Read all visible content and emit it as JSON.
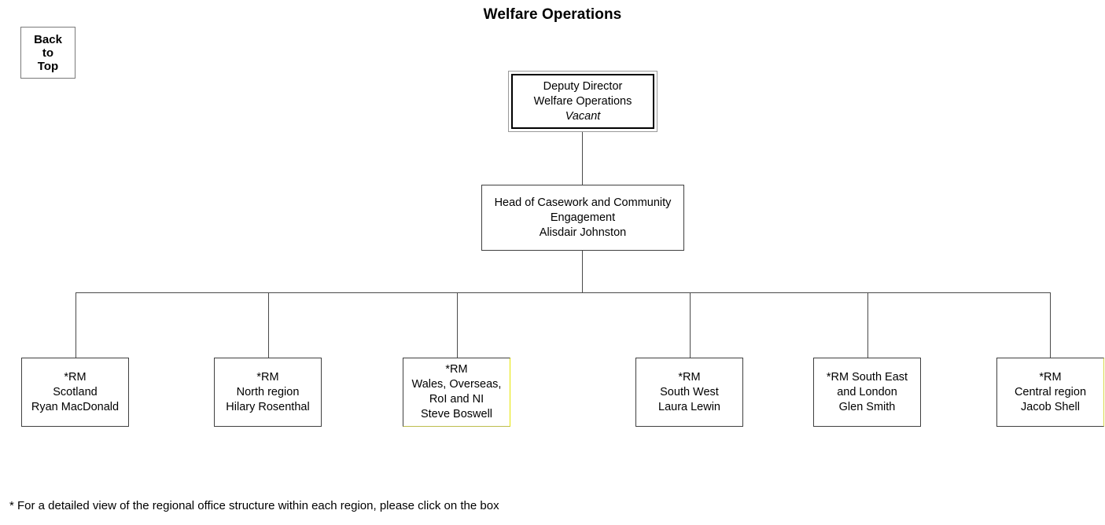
{
  "page": {
    "title": "Welfare Operations"
  },
  "nav": {
    "back_to_top_label": "Back\nto\nTop"
  },
  "chart": {
    "nodes": {
      "deputy_director": {
        "line1": "Deputy Director",
        "line2": "Welfare Operations",
        "line3": "Vacant",
        "text": "Deputy Director\nWelfare Operations"
      },
      "head_casework": {
        "text": "Head of Casework and Community\nEngagement\nAlisdair Johnston"
      },
      "rm_scotland": {
        "text": "*RM\nScotland\nRyan MacDonald"
      },
      "rm_north": {
        "text": "*RM\nNorth region\nHilary Rosenthal"
      },
      "rm_wales": {
        "text": "*RM\nWales, Overseas,\nRoI and NI\nSteve Boswell"
      },
      "rm_southwest": {
        "text": "*RM\nSouth West\nLaura Lewin"
      },
      "rm_southeast": {
        "text": "*RM South East\nand London\nGlen Smith"
      },
      "rm_central": {
        "text": "*RM\nCentral region\nJacob Shell"
      }
    }
  },
  "footnote": {
    "text": "* For a detailed view of the regional office structure within each region, please click on the box"
  },
  "colors": {
    "background": "#ffffff",
    "text": "#000000",
    "box_border": "#404040",
    "connector": "#4a4a4a",
    "shadow_frame": "#9a9a9a",
    "highlight_accent": "#e6e600"
  }
}
